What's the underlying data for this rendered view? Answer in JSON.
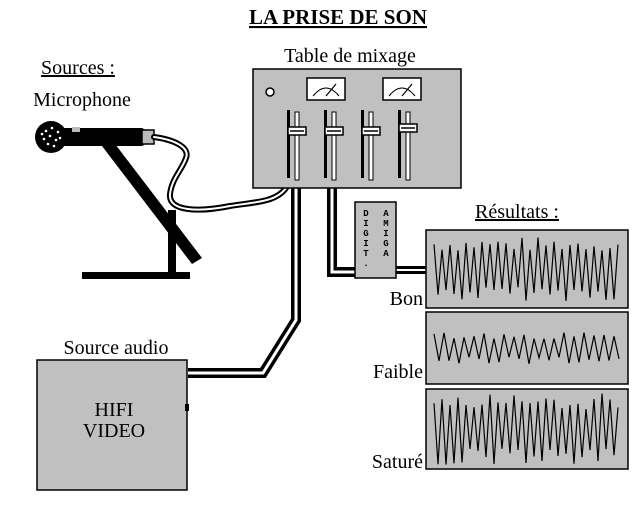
{
  "title": "LA PRISE DE SON",
  "sources_label": "Sources :",
  "microphone_label": "Microphone",
  "mixer_label": "Table de mixage",
  "audio_source_label": "Source audio",
  "hifi_label": "HIFI",
  "video_label": "VIDEO",
  "digitizer": {
    "left": "DIGIT.",
    "right": "AMIGA"
  },
  "results_label": "Résultats :",
  "results": [
    {
      "label": "Bon"
    },
    {
      "label": "Faible"
    },
    {
      "label": "Saturé"
    }
  ],
  "colors": {
    "panel": "#c0c0c0",
    "ink": "#000000",
    "background": "#ffffff"
  }
}
